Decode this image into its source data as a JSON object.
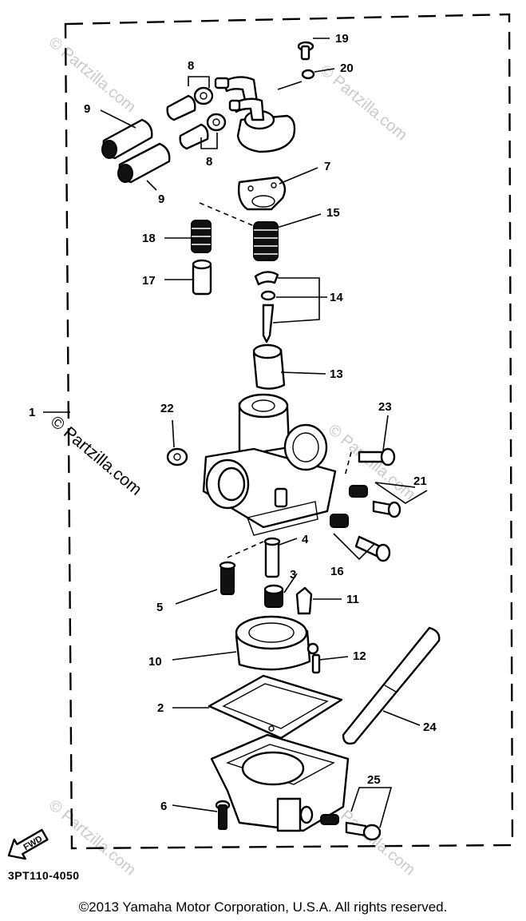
{
  "callouts": [
    {
      "id": "1",
      "text": "1"
    },
    {
      "id": "2",
      "text": "2"
    },
    {
      "id": "3",
      "text": "3"
    },
    {
      "id": "4",
      "text": "4"
    },
    {
      "id": "5",
      "text": "5"
    },
    {
      "id": "6",
      "text": "6"
    },
    {
      "id": "7",
      "text": "7"
    },
    {
      "id": "8a",
      "text": "8"
    },
    {
      "id": "8b",
      "text": "8"
    },
    {
      "id": "9a",
      "text": "9"
    },
    {
      "id": "9b",
      "text": "9"
    },
    {
      "id": "10",
      "text": "10"
    },
    {
      "id": "11",
      "text": "11"
    },
    {
      "id": "12",
      "text": "12"
    },
    {
      "id": "13",
      "text": "13"
    },
    {
      "id": "14",
      "text": "14"
    },
    {
      "id": "15",
      "text": "15"
    },
    {
      "id": "16",
      "text": "16"
    },
    {
      "id": "17",
      "text": "17"
    },
    {
      "id": "18",
      "text": "18"
    },
    {
      "id": "19",
      "text": "19"
    },
    {
      "id": "20",
      "text": "20"
    },
    {
      "id": "21",
      "text": "21"
    },
    {
      "id": "22",
      "text": "22"
    },
    {
      "id": "23",
      "text": "23"
    },
    {
      "id": "24",
      "text": "24"
    },
    {
      "id": "25",
      "text": "25"
    }
  ],
  "fwd_label": "FWD",
  "diagram_code": "3PT110-4050",
  "watermark": "© Partzilla.com",
  "copyright": "©2013 Yamaha Motor Corporation, U.S.A. All rights reserved."
}
